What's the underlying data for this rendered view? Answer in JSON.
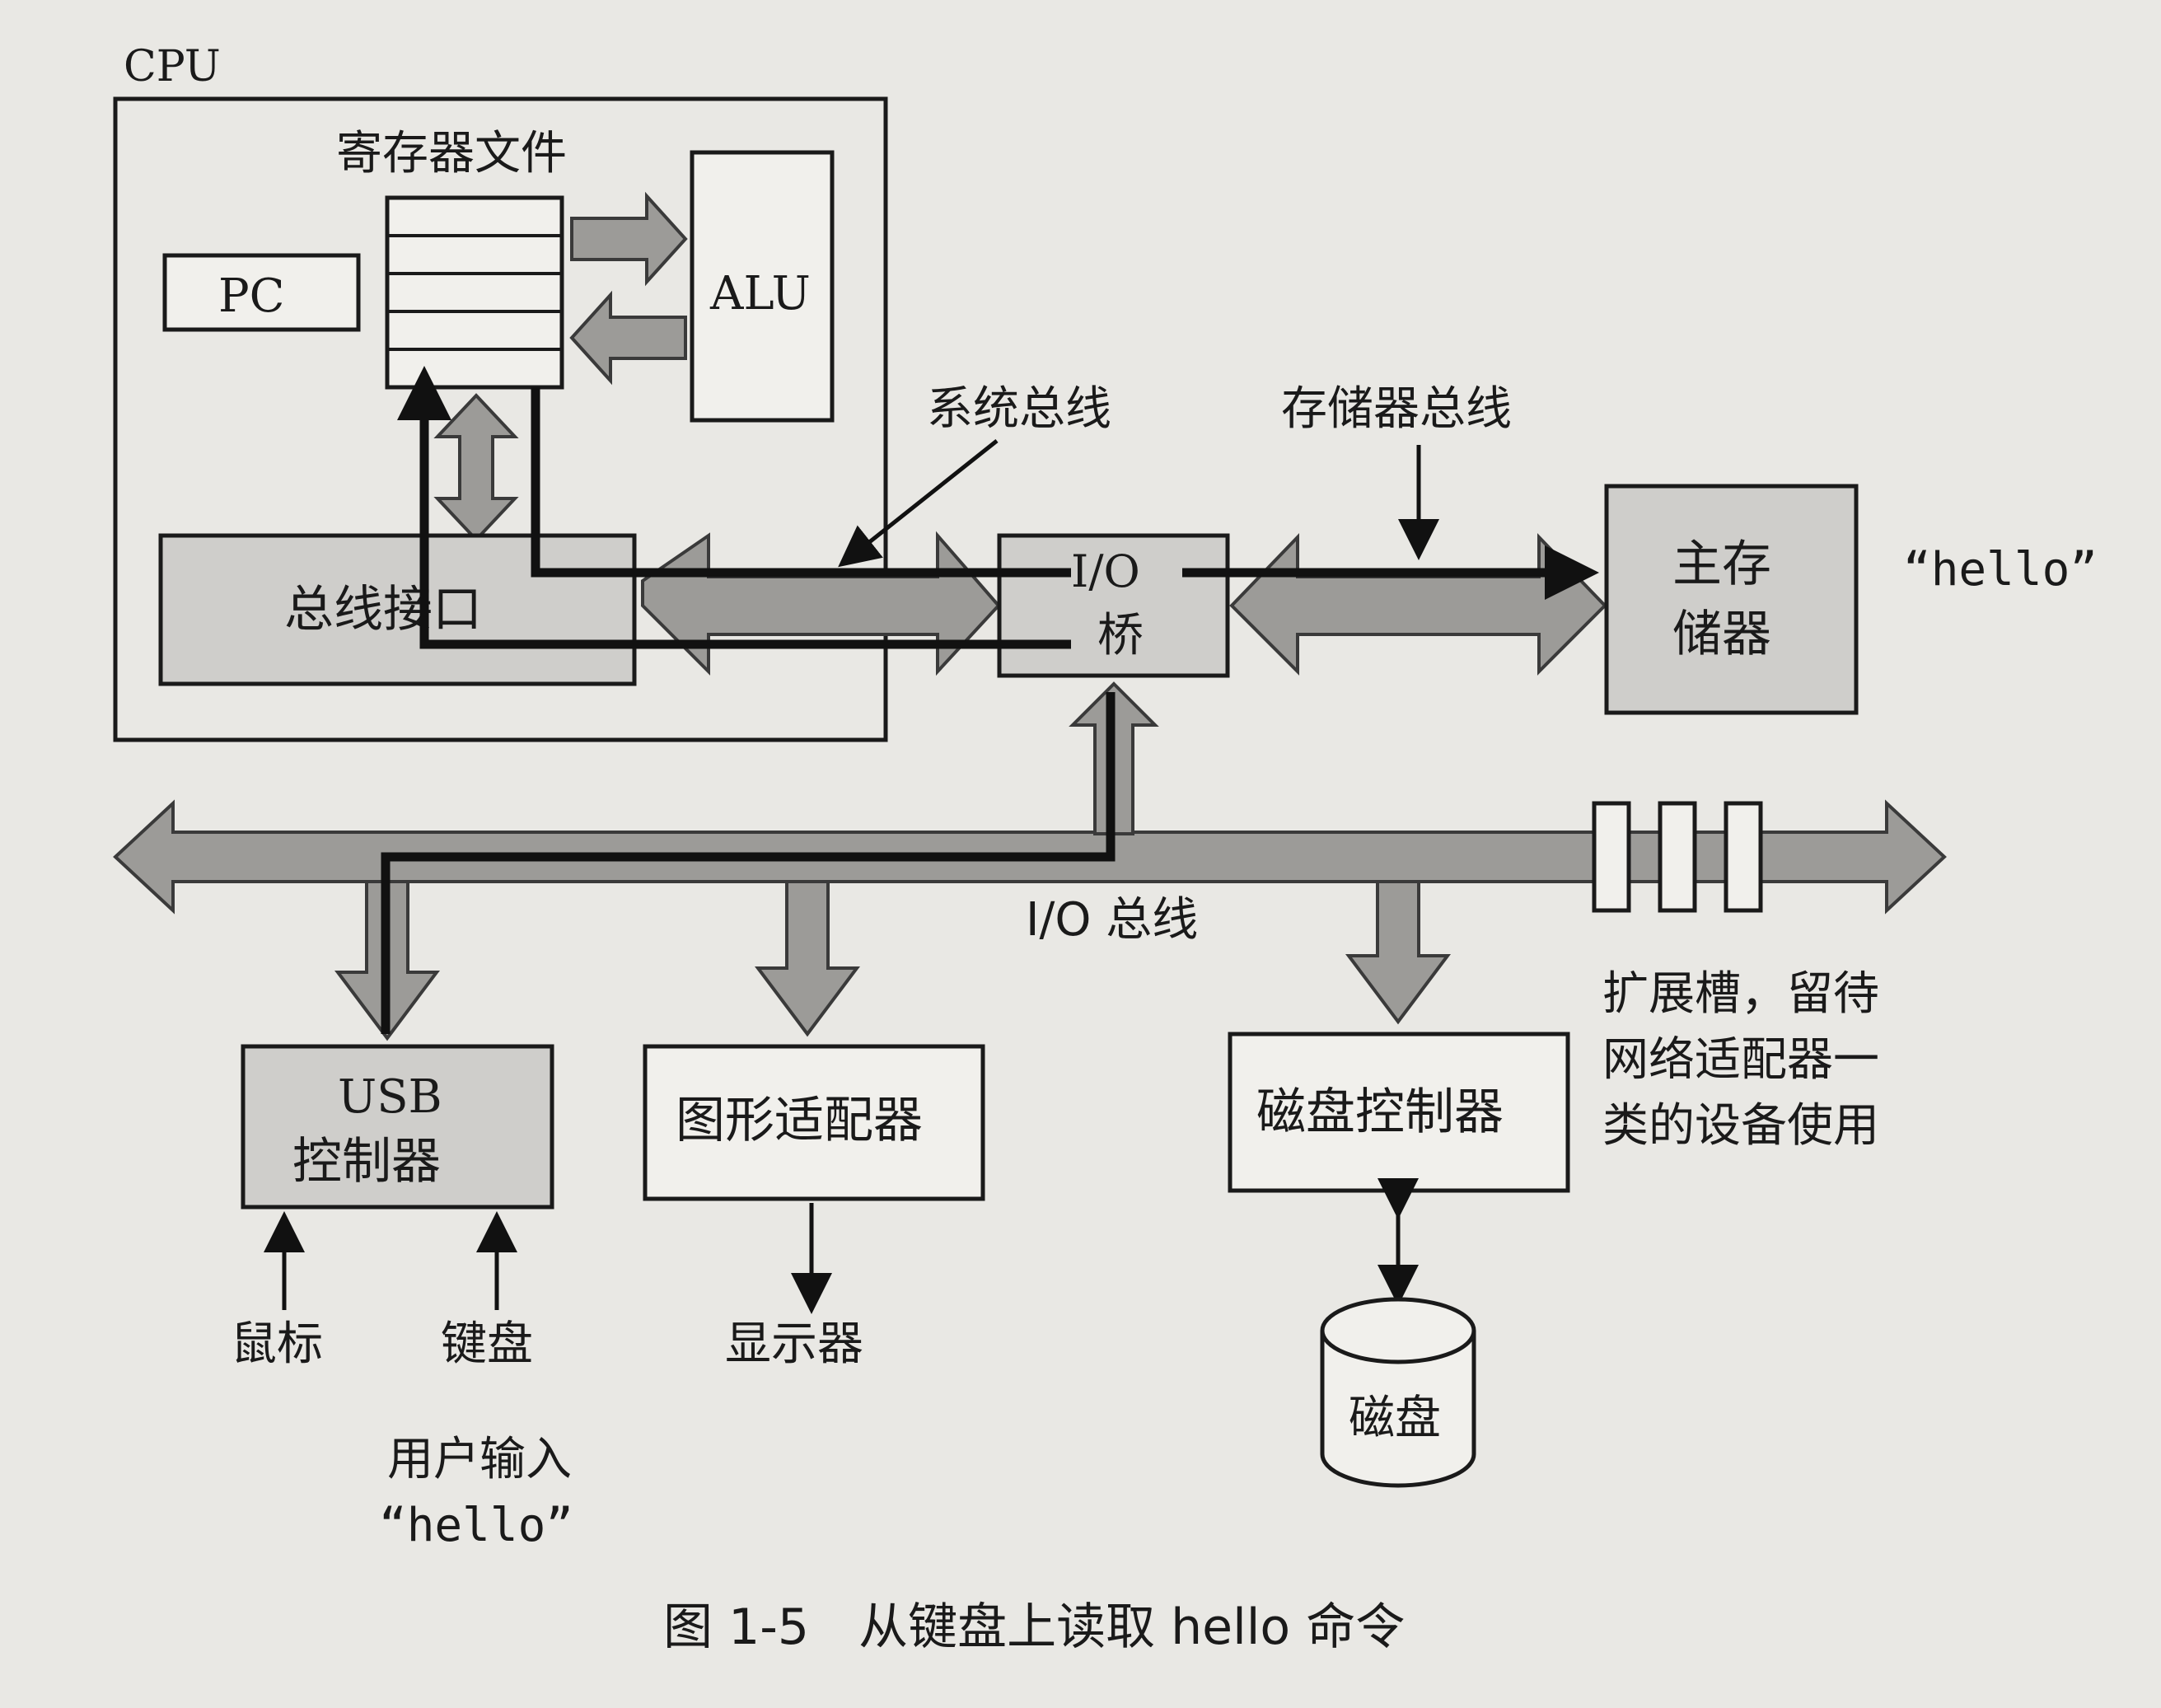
{
  "labels": {
    "cpu": "CPU",
    "register_file": "寄存器文件",
    "pc": "PC",
    "alu": "ALU",
    "bus_interface": "总线接口",
    "system_bus": "系统总线",
    "memory_bus": "存储器总线",
    "io_bridge_1": "I/O",
    "io_bridge_2": "桥",
    "main_memory_1": "主存",
    "main_memory_2": "储器",
    "hello_memory": "“hello”",
    "io_bus": "I/O 总线",
    "expansion_1": "扩展槽，留待",
    "expansion_2": "网络适配器一",
    "expansion_3": "类的设备使用",
    "usb_1": "USB",
    "usb_2": "控制器",
    "graphics": "图形适配器",
    "disk_controller": "磁盘控制器",
    "mouse": "鼠标",
    "keyboard": "键盘",
    "display": "显示器",
    "disk": "磁盘",
    "user_input": "用户输入",
    "hello_input": "“hello”",
    "caption": "图 1-5　从键盘上读取 hello 命令"
  },
  "colors": {
    "background": "#e9e8e4",
    "ink": "#1a1a1a",
    "bus_fill": "#9c9b98",
    "grey_box": "#cfcecb"
  }
}
